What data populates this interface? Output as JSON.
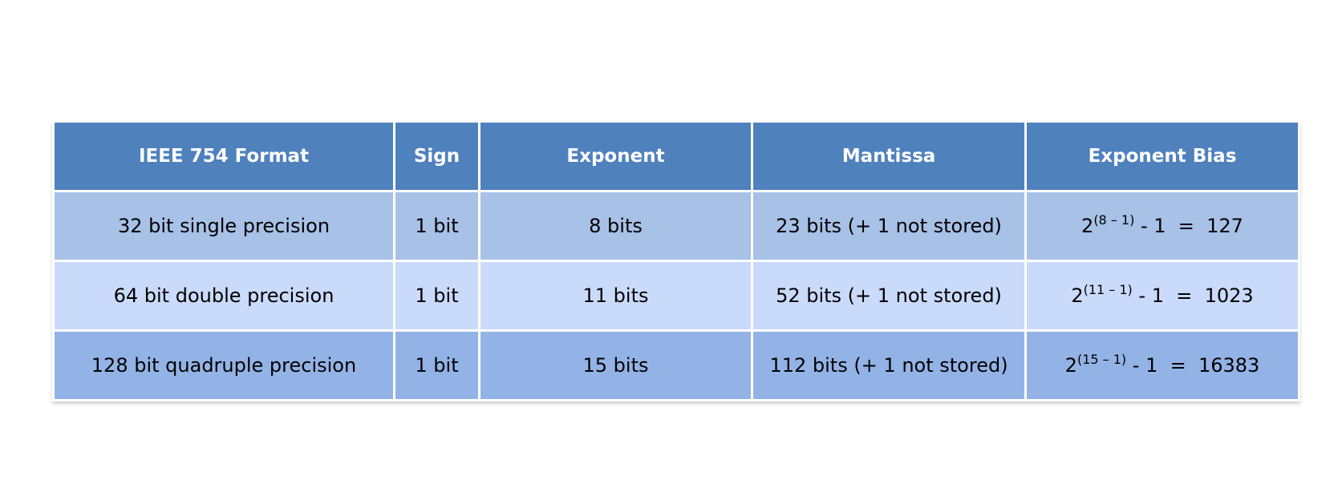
{
  "headers": [
    "IEEE 754 Format",
    "Sign",
    "Exponent",
    "Mantissa",
    "Exponent Bias"
  ],
  "rows": [
    {
      "format": "32 bit single precision",
      "sign": "1 bit",
      "exponent": "8 bits",
      "mantissa": "23 bits (+ 1 not stored)",
      "bias_base": "2",
      "bias_power": "(8 – 1)",
      "bias_rest": " - 1  =  127"
    },
    {
      "format": "64 bit double precision",
      "sign": "1 bit",
      "exponent": "11 bits",
      "mantissa": "52 bits (+ 1 not stored)",
      "bias_base": "2",
      "bias_power": "(11 – 1)",
      "bias_rest": " - 1  =  1023"
    },
    {
      "format": "128 bit quadruple precision",
      "sign": "1 bit",
      "exponent": "15 bits",
      "mantissa": "112 bits (+ 1 not stored)",
      "bias_base": "2",
      "bias_power": "(15 – 1)",
      "bias_rest": " - 1  =  16383"
    }
  ],
  "colors": {
    "header_bg": "#4f81bd",
    "row1_bg": "#a7c1e7",
    "row2_bg": "#cadafa",
    "row3_bg": "#93b3e6"
  }
}
